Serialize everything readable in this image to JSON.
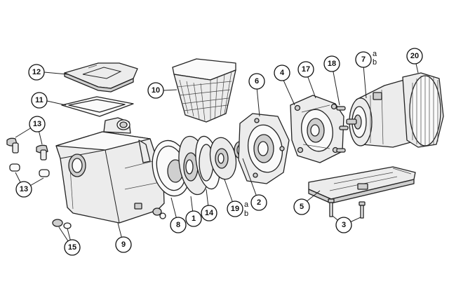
{
  "diagram": {
    "callouts": {
      "c1": "1",
      "c2": "2",
      "c3": "3",
      "c4": "4",
      "c5": "5",
      "c6": "6",
      "c7": "7",
      "c8": "8",
      "c9": "9",
      "c10": "10",
      "c11": "11",
      "c12": "12",
      "c13a": "13",
      "c13b": "13",
      "c14": "14",
      "c15": "15",
      "c17": "17",
      "c18": "18",
      "c19": "19",
      "c20": "20"
    },
    "sublabels": {
      "c7_a": "a",
      "c7_b": "b",
      "c19_a": "a",
      "c19_b": "b"
    }
  }
}
